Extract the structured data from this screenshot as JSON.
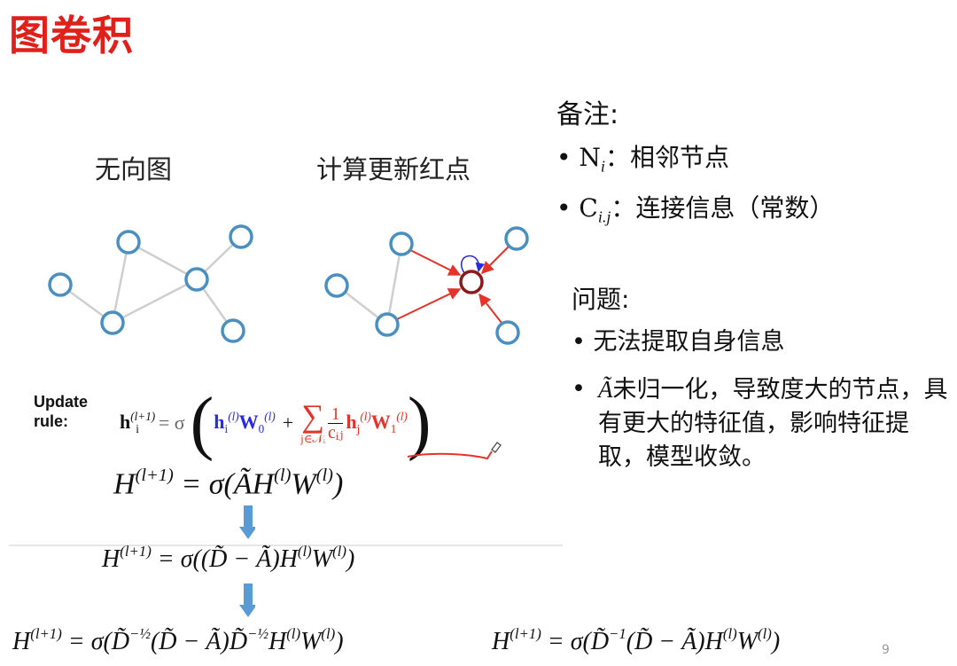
{
  "title": "图卷积",
  "captions": {
    "left": "无向图",
    "right": "计算更新红点"
  },
  "notes": {
    "heading": "备注:",
    "items": [
      {
        "symbol": "N",
        "sub": "i",
        "text": "：相邻节点"
      },
      {
        "symbol": "C",
        "sub": "i.j",
        "text": "：连接信息（常数）"
      }
    ]
  },
  "problems": {
    "heading": "问题:",
    "items": [
      {
        "text": "无法提取自身信息"
      },
      {
        "symbol": "Ã",
        "text": "未归一化，导致度大的节点，具有更大的特征值，影响特征提取，模型收敛。"
      }
    ]
  },
  "update_rule": {
    "label": "Update rule:",
    "lhs": "h",
    "lhs_sub": "i",
    "lhs_sup": "(l+1)",
    "eq": "= σ",
    "self_h": "h",
    "self_h_sub": "i",
    "self_h_sup": "(l)",
    "self_w": "W",
    "self_w_sub": "0",
    "self_w_sup": "(l)",
    "plus": "+",
    "sum": "∑",
    "sum_sub": "j∈𝒩ᵢ",
    "frac_num": "1",
    "frac_den": "cᵢⱼ",
    "nb_h": "h",
    "nb_h_sub": "j",
    "nb_h_sup": "(l)",
    "nb_w": "W",
    "nb_w_sub": "1",
    "nb_w_sup": "(l)"
  },
  "formulas": [
    [
      {
        "t": "H"
      },
      {
        "sup": "(l+1)"
      },
      {
        "t": " = σ(ÃH"
      },
      {
        "sup": "(l)"
      },
      {
        "t": "W"
      },
      {
        "sup": "(l)"
      },
      {
        "t": ")"
      }
    ],
    [
      {
        "t": "H"
      },
      {
        "sup": "(l+1)"
      },
      {
        "t": " = σ((D̃ − Ã)H"
      },
      {
        "sup": "(l)"
      },
      {
        "t": "W"
      },
      {
        "sup": "(l)"
      },
      {
        "t": ")"
      }
    ],
    [
      {
        "t": "H"
      },
      {
        "sup": "(l+1)"
      },
      {
        "t": " = σ(D̃"
      },
      {
        "sup": "−½"
      },
      {
        "t": "(D̃ − Ã)D̃"
      },
      {
        "sup": "−½"
      },
      {
        "t": "H"
      },
      {
        "sup": "(l)"
      },
      {
        "t": "W"
      },
      {
        "sup": "(l)"
      },
      {
        "t": ")"
      }
    ],
    [
      {
        "t": "H"
      },
      {
        "sup": "(l+1)"
      },
      {
        "t": " = σ(D̃"
      },
      {
        "sup": "−1"
      },
      {
        "t": "(D̃ − Ã)H"
      },
      {
        "sup": "(l)"
      },
      {
        "t": "W"
      },
      {
        "sup": "(l)"
      },
      {
        "t": ")"
      }
    ]
  ],
  "page_number": "9",
  "colors": {
    "title": "#e0201b",
    "node": "#4a8fc0",
    "target_node": "#8b1a1a",
    "message_edge": "#e6332a",
    "self_loop": "#2a2ae0",
    "arrow": "#5b9bd5"
  }
}
